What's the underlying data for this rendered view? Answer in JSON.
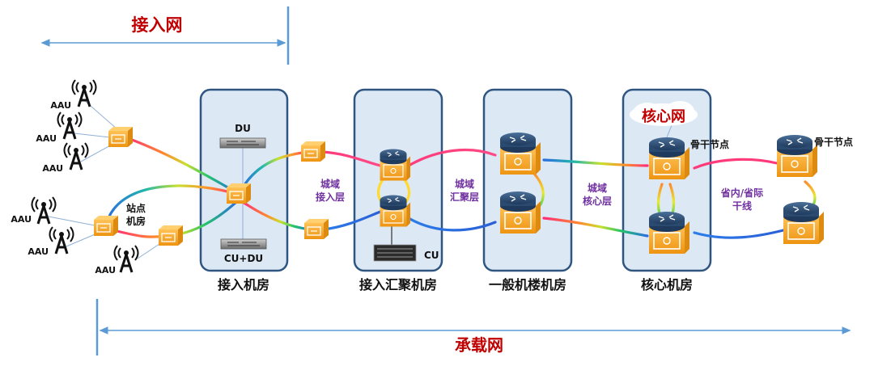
{
  "top_scope": {
    "label": "接入网"
  },
  "bottom_scope": {
    "label": "承载网"
  },
  "rooms": [
    {
      "id": "access-room",
      "label": "接入机房"
    },
    {
      "id": "agg-room",
      "label": "接入汇聚机房"
    },
    {
      "id": "general-room",
      "label": "一般机楼机房"
    },
    {
      "id": "core-room",
      "label": "核心机房"
    }
  ],
  "antenna_label": "AAU",
  "site_room": {
    "line1": "站点",
    "line2": "机房"
  },
  "devices": {
    "du": "DU",
    "cu_du": "CU+DU",
    "cu": "CU",
    "core_cloud": "核心网",
    "backbone_node_1": "骨干节点",
    "backbone_node_2": "骨干节点"
  },
  "layers": {
    "metro_access": {
      "line1": "城域",
      "line2": "接入层"
    },
    "metro_agg": {
      "line1": "城域",
      "line2": "汇聚层"
    },
    "metro_core": {
      "line1": "城域",
      "line2": "核心层"
    },
    "trunk": {
      "line1": "省内/省际",
      "line2": "干线"
    }
  },
  "colors": {
    "scope_arrow": "#5b9bd5",
    "title_red": "#c00000",
    "layer_purple": "#7030a0",
    "room_fill": "#dde8f5",
    "room_border": "#2f5581",
    "switch_orange": "#f5a623",
    "router_blue": "#2c4a6e"
  }
}
